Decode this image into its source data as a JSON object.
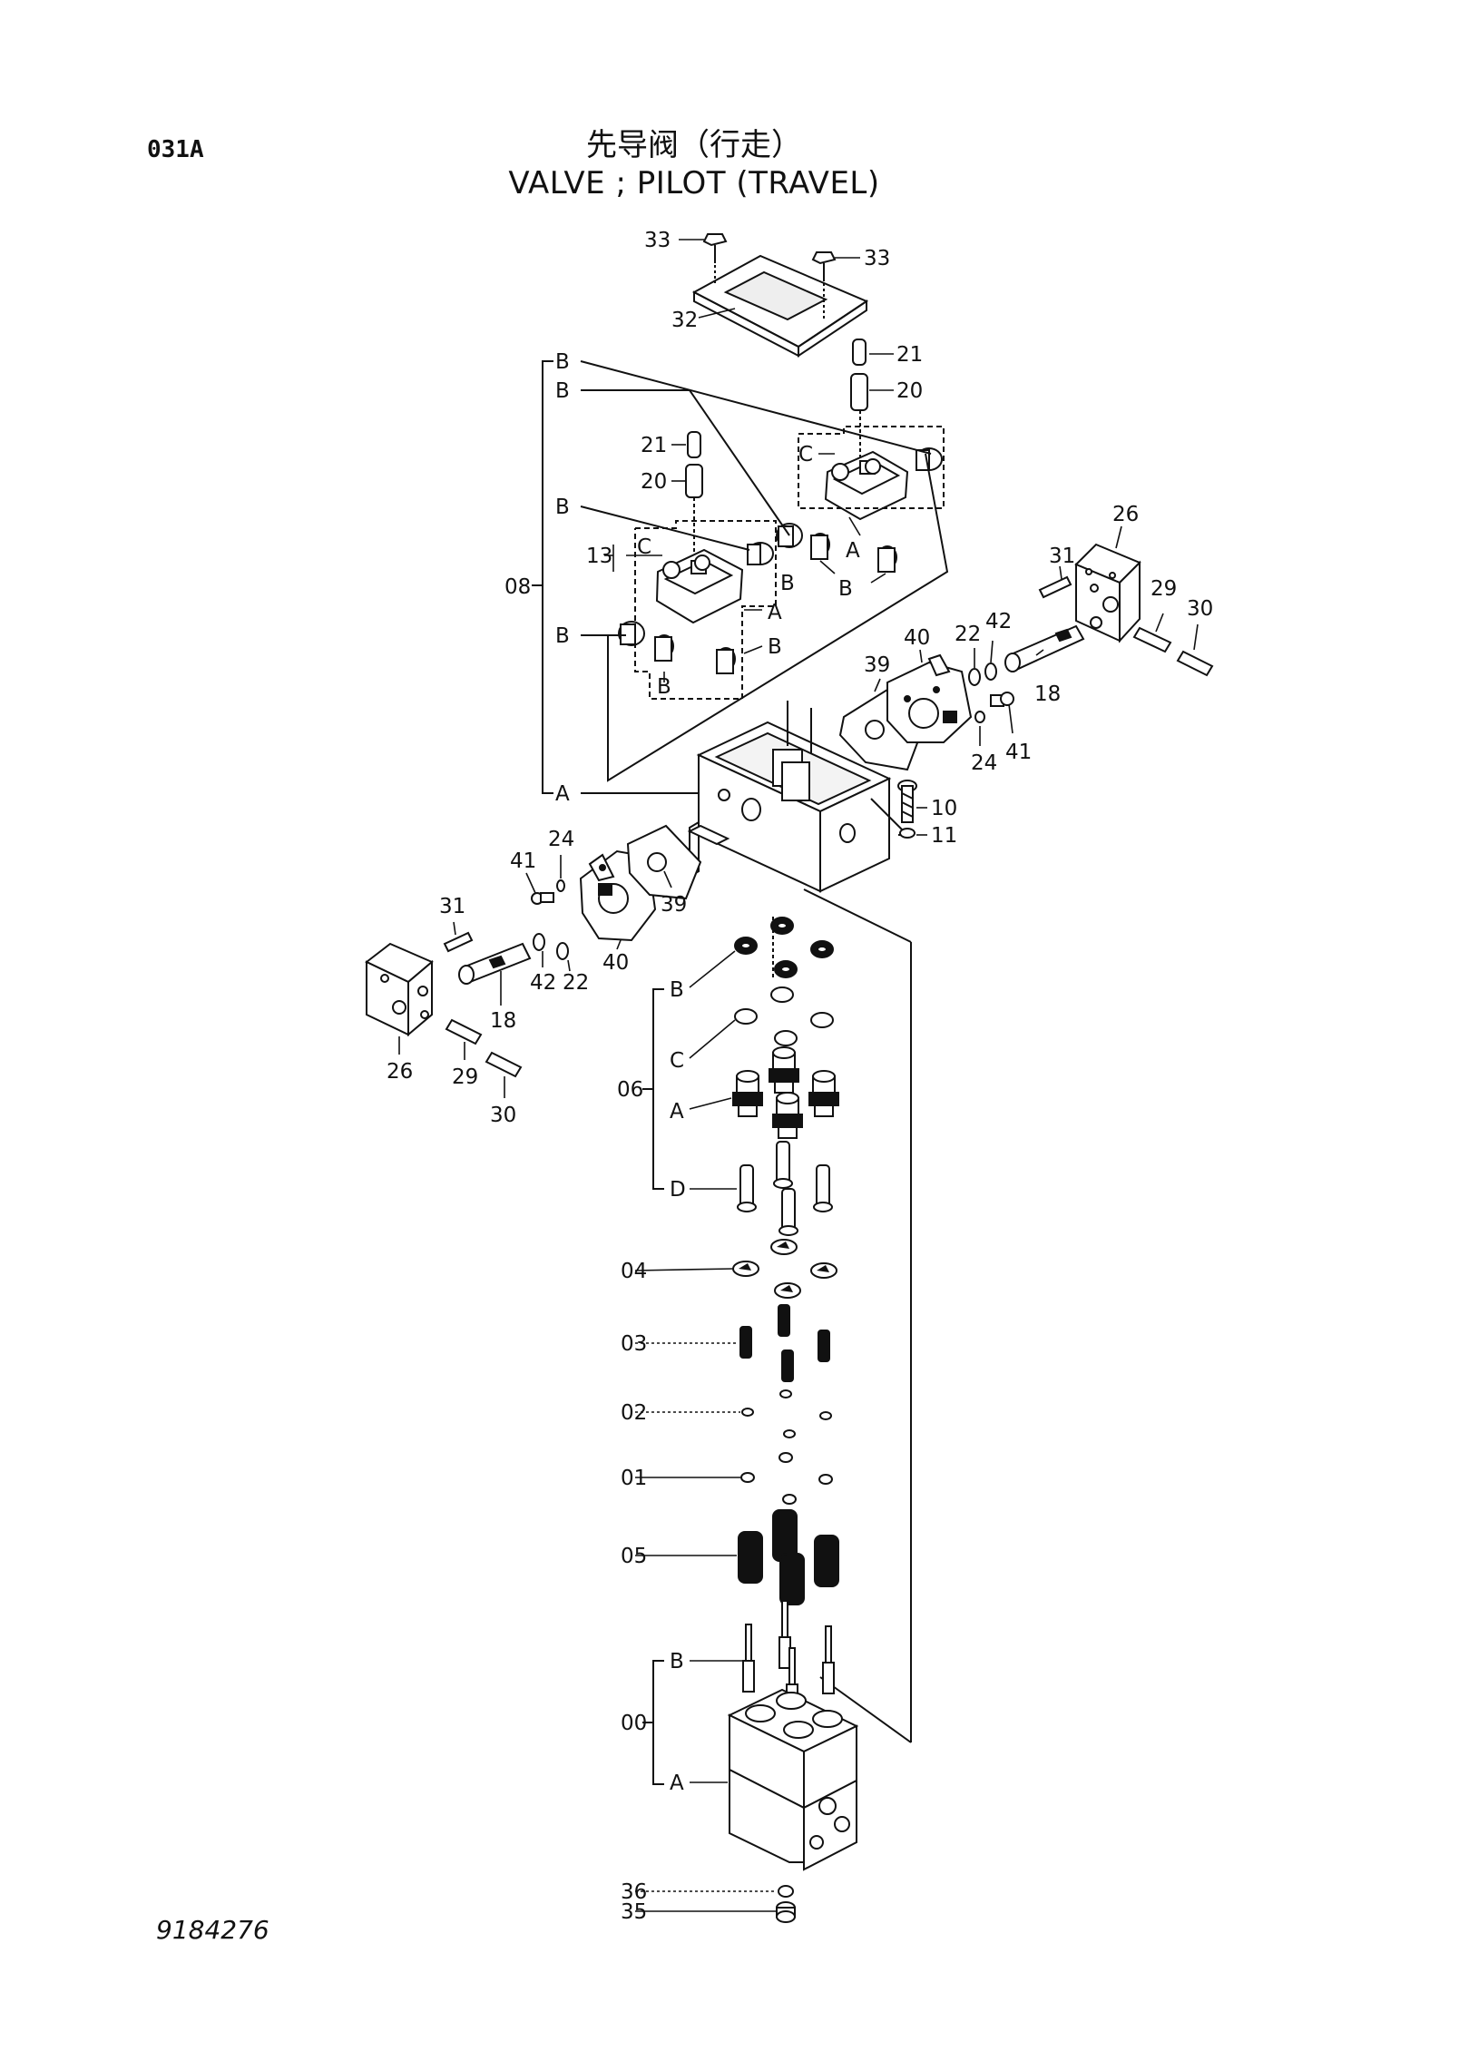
{
  "header": {
    "page_code": "031A",
    "title_cn": "先导阀（行走）",
    "title_en": "VALVE ; PILOT (TRAVEL)"
  },
  "footer": {
    "doc_number": "9184276"
  },
  "callouts": {
    "c33a": "33",
    "c33b": "33",
    "c32": "32",
    "c21a": "21",
    "c20a": "20",
    "cBa": "B",
    "cBb": "B",
    "c21b": "21",
    "c20b": "20",
    "cCa": "C",
    "cBc": "B",
    "c13": "13",
    "cCb": "C",
    "cAa": "A",
    "cBd": "B",
    "cBe": "B",
    "c08": "08",
    "cAb": "A",
    "cBf": "B",
    "cBg": "B",
    "cBh": "B",
    "cAc": "A",
    "c26a": "26",
    "c31a": "31",
    "c29a": "29",
    "c30a": "30",
    "c22a": "22",
    "c42a": "42",
    "c40a": "40",
    "c39a": "39",
    "c18a": "18",
    "c24a": "24",
    "c41a": "41",
    "c10": "10",
    "c11": "11",
    "c41b": "41",
    "c24b": "24",
    "c31b": "31",
    "c39b": "39",
    "c40b": "40",
    "c42b": "42",
    "c22b": "22",
    "c18b": "18",
    "c26b": "26",
    "c29b": "29",
    "c30b": "30",
    "cBi": "B",
    "cC06": "C",
    "c06": "06",
    "cA06": "A",
    "cD06": "D",
    "c04": "04",
    "c03": "03",
    "c02": "02",
    "c01": "01",
    "c05": "05",
    "cB00": "B",
    "c00": "00",
    "cA00": "A",
    "c36": "36",
    "c35": "35"
  }
}
